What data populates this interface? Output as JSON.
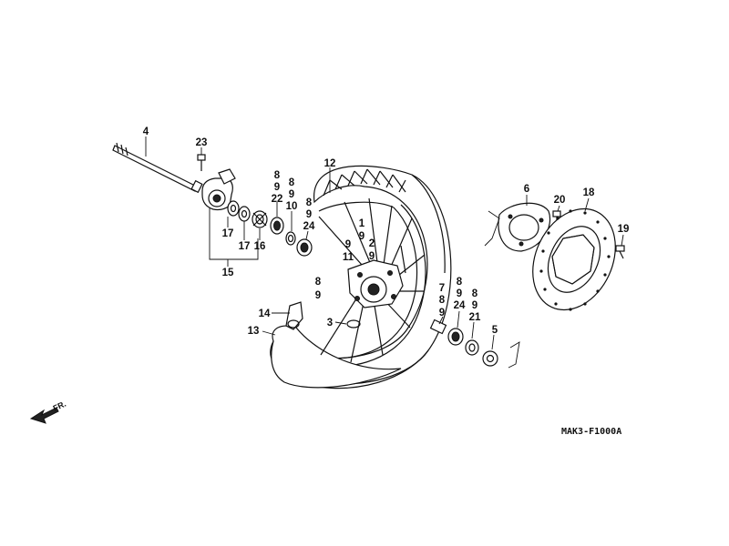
{
  "diagram": {
    "drawing_code": "MAK3-F1000A",
    "direction_label": "FR.",
    "callouts": {
      "p4": "4",
      "p23": "23",
      "p12": "12",
      "p6": "6",
      "p20": "20",
      "p18": "18",
      "p19": "19",
      "p8a": "8",
      "p9a": "9",
      "p22": "22",
      "p8b": "8",
      "p9b": "9",
      "p10": "10",
      "p8c": "8",
      "p9c": "9",
      "p24a": "24",
      "p17a": "17",
      "p17b": "17",
      "p16": "16",
      "p15": "15",
      "p1": "1",
      "p9d": "9",
      "p9e": "9",
      "p11": "11",
      "p2": "2",
      "p9f": "9",
      "p8d": "8",
      "p9g": "9",
      "p14": "14",
      "p13": "13",
      "p3": "3",
      "p7": "7",
      "p8e": "8",
      "p9h": "9",
      "p8f": "8",
      "p9i": "9",
      "p24b": "24",
      "p8g": "8",
      "p9j": "9",
      "p21": "21",
      "p5": "5"
    }
  }
}
